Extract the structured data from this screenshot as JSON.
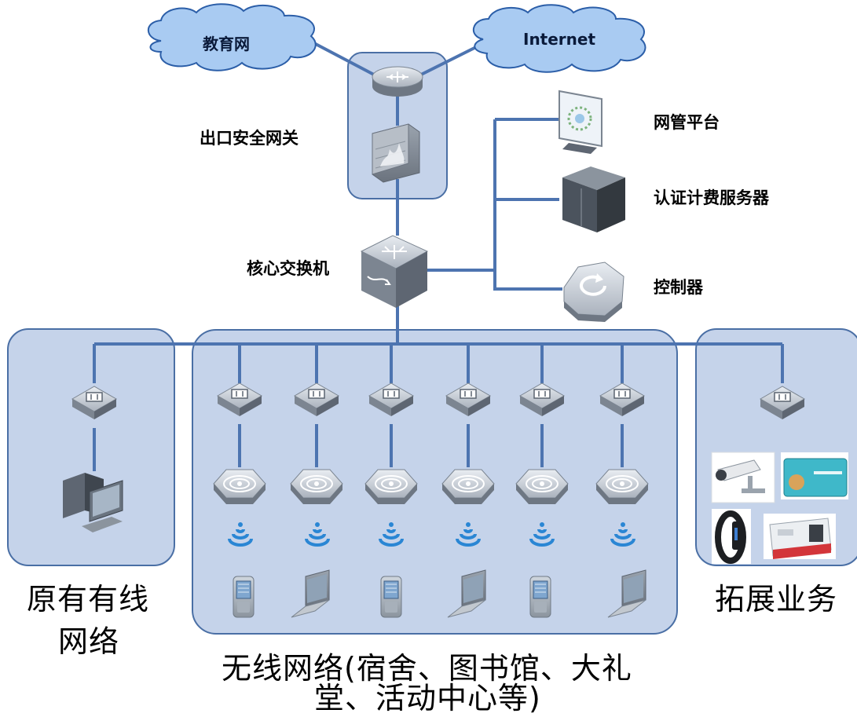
{
  "clouds": {
    "edu": "教育网",
    "internet": "Internet"
  },
  "labels": {
    "gateway": "出口安全网关",
    "core_switch": "核心交换机",
    "nms": "网管平台",
    "auth_server": "认证计费服务器",
    "controller": "控制器"
  },
  "groups": {
    "wired_line1": "原有有线",
    "wired_line2": "网络",
    "wireless_line1": "无线网络(宿舍、图书馆、大礼",
    "wireless_line2": "堂、活动中心等)",
    "expansion": "拓展业务"
  },
  "colors": {
    "group_fill": "#c5d3ea",
    "group_stroke": "#4a6fa5",
    "link": "#4d74b0",
    "cloud_fill": "#a9cbf2"
  }
}
